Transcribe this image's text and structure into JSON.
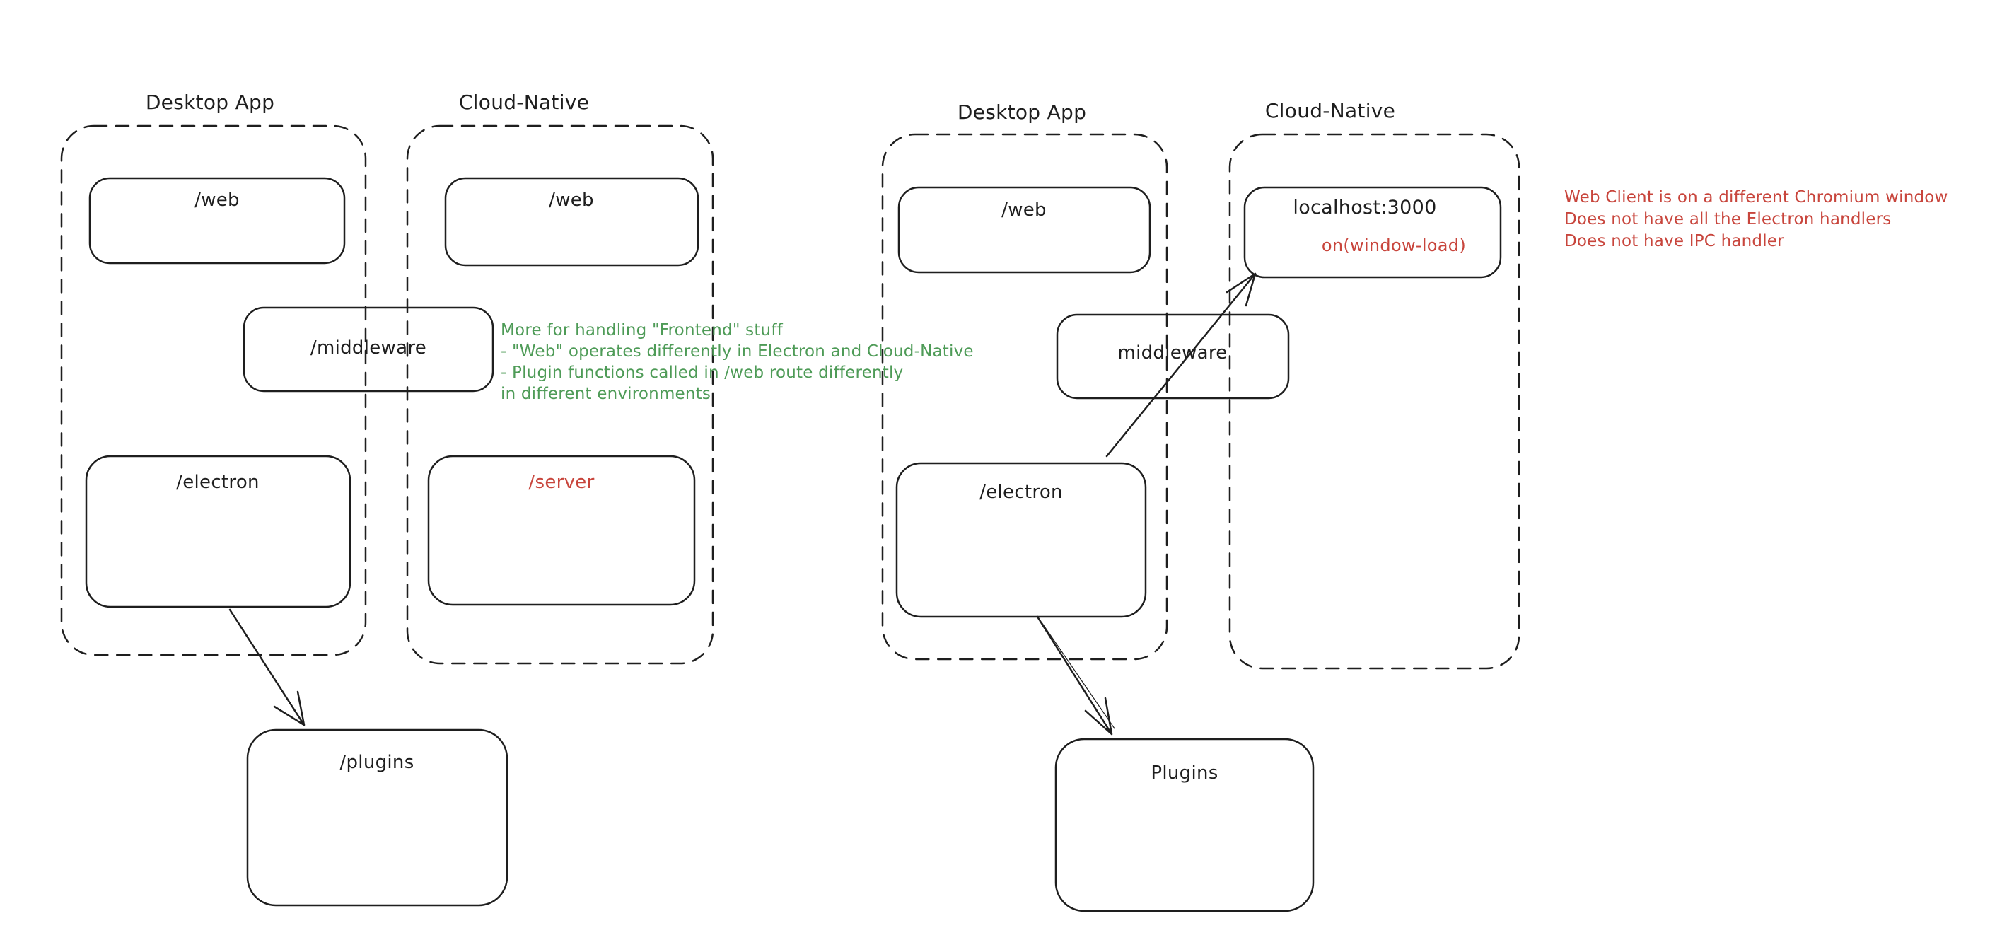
{
  "diagram": {
    "left": {
      "desktop": {
        "title": "Desktop App",
        "web": "/web",
        "electron": "/electron"
      },
      "cloud": {
        "title": "Cloud-Native",
        "web": "/web",
        "server": "/server"
      },
      "middleware": "/middleware",
      "plugins": "/plugins"
    },
    "right": {
      "desktop": {
        "title": "Desktop App",
        "web": "/web",
        "electron": "/electron"
      },
      "cloud": {
        "title": "Cloud-Native",
        "localhost": "localhost:3000",
        "window_load": "on(window-load)"
      },
      "middleware": "middleware",
      "plugins": "Plugins"
    },
    "annotations": {
      "green": {
        "color": "#4e9b57",
        "lines": [
          "More for handling \"Frontend\" stuff",
          "- \"Web\" operates differently in Electron and Cloud-Native",
          "- Plugin functions called in /web route differently",
          "in different environments"
        ]
      },
      "red": {
        "color": "#c8453c",
        "lines": [
          "Web Client is on a different Chromium window",
          "Does not have all the Electron handlers",
          "Does not have IPC handler"
        ]
      }
    },
    "colors": {
      "stroke": "#1e1e1e",
      "background": "#ffffff"
    }
  }
}
